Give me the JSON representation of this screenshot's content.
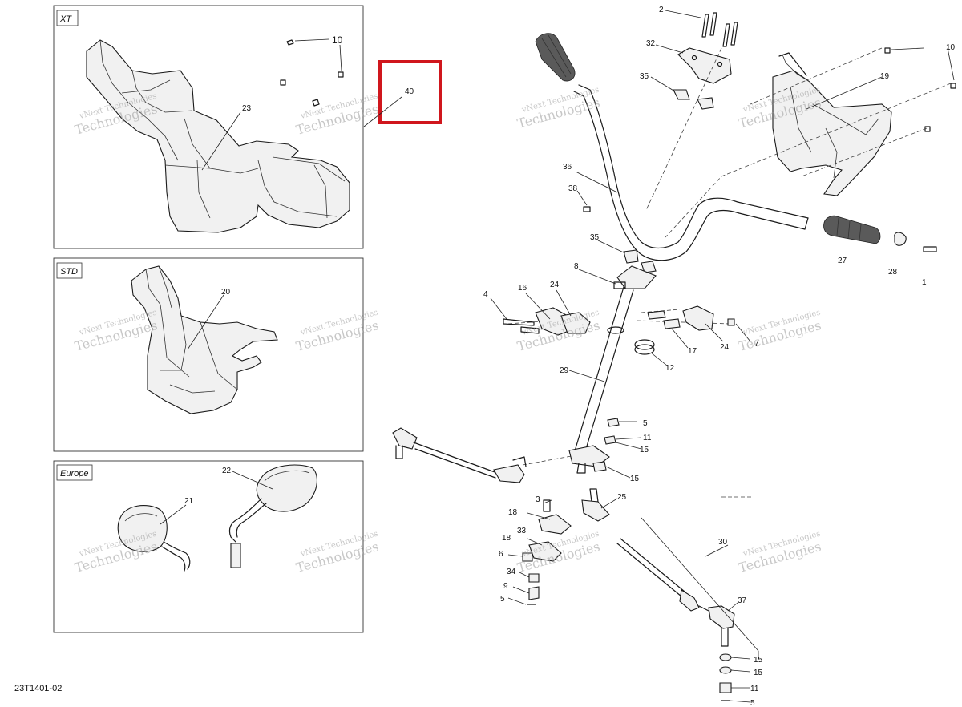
{
  "drawing_ref": "23T1401-02",
  "variants": {
    "xt": "XT",
    "std": "STD",
    "europe": "Europe"
  },
  "watermark": {
    "line1": "vNext Technologies",
    "line2": "Technologies"
  },
  "callouts": {
    "c40": "40",
    "c10a": "10",
    "c23": "23",
    "c20": "20",
    "c22": "22",
    "c21": "21",
    "c2": "2",
    "c32": "32",
    "c35a": "35",
    "c10b": "10",
    "c19": "19",
    "c36": "36",
    "c38": "38",
    "c35b": "35",
    "c27": "27",
    "c28": "28",
    "c1": "1",
    "c8": "8",
    "c16": "16",
    "c24a": "24",
    "c4": "4",
    "c17": "17",
    "c24b": "24",
    "c7": "7",
    "c12": "12",
    "c29": "29",
    "c5a": "5",
    "c11a": "11",
    "c15a": "15",
    "c15b": "15",
    "c25": "25",
    "c3": "3",
    "c18a": "18",
    "c33": "33",
    "c18b": "18",
    "c6": "6",
    "c34": "34",
    "c9": "9",
    "c5b": "5",
    "c30": "30",
    "c37": "37",
    "c15c": "15",
    "c15d": "15",
    "c11b": "11",
    "c5c": "5"
  }
}
